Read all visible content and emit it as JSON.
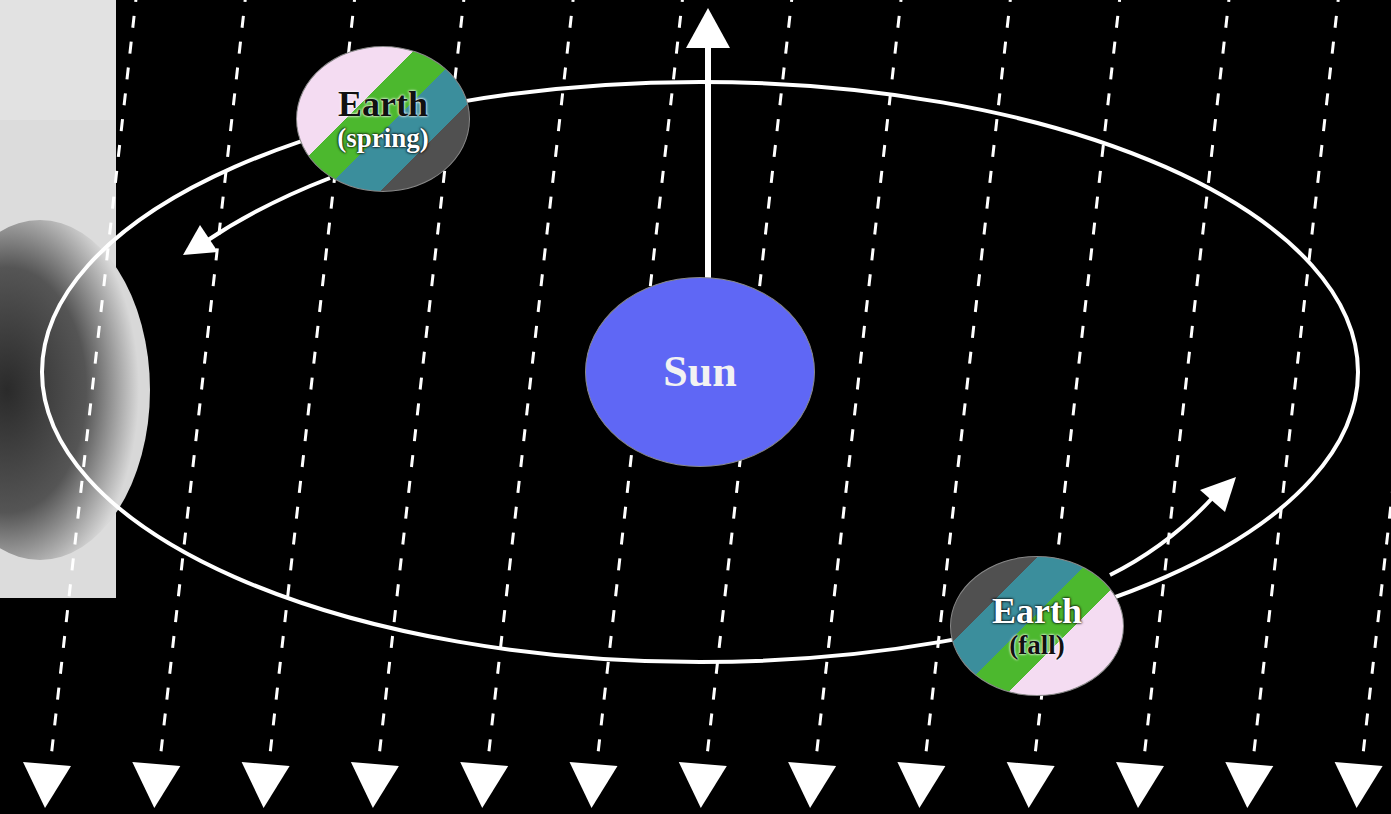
{
  "diagram": {
    "nodes": [
      {
        "text": [
          "Earth",
          "(spring)"
        ]
      },
      {
        "text": [
          "Sun"
        ]
      },
      {
        "text": [
          "Earth",
          "(fall)"
        ]
      }
    ]
  }
}
